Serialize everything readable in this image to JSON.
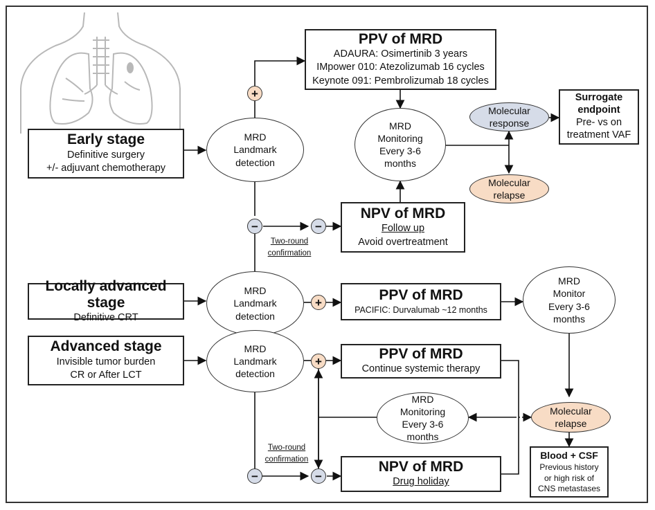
{
  "stages": {
    "early": {
      "title": "Early stage",
      "line1": "Definitive surgery",
      "line2": "+/- adjuvant chemotherapy"
    },
    "local": {
      "title": "Locally advanced stage",
      "line1": "Definitive CRT"
    },
    "advanced": {
      "title": "Advanced stage",
      "line1": "Invisible tumor burden",
      "line2": "CR or After LCT"
    }
  },
  "landmark": {
    "line1": "MRD",
    "line2": "Landmark",
    "line3": "detection"
  },
  "ppv_top": {
    "title": "PPV of MRD",
    "lines": [
      "ADAURA: Osimertinib 3 years",
      "IMpower 010: Atezolizumab 16 cycles",
      "Keynote 091: Pembrolizumab 18 cycles"
    ]
  },
  "npv_top": {
    "title": "NPV of MRD",
    "line1": "Follow up",
    "line2": "Avoid overtreatment"
  },
  "monitoring_top": {
    "line1": "MRD",
    "line2": "Monitoring",
    "line3": "Every 3-6",
    "line4": "months"
  },
  "molecular_response": {
    "line1": "Molecular",
    "line2": "response"
  },
  "molecular_relapse_top": {
    "line1": "Molecular",
    "line2": "relapse"
  },
  "surrogate": {
    "title1": "Surrogate",
    "title2": "endpoint",
    "line1": "Pre- vs on",
    "line2": "treatment VAF"
  },
  "ppv_mid": {
    "title": "PPV of MRD",
    "line1": "PACIFIC: Durvalumab ~12 months"
  },
  "monitor_mid": {
    "line1": "MRD",
    "line2": "Monitor",
    "line3": "Every 3-6",
    "line4": "months"
  },
  "ppv_bottom": {
    "title": "PPV of MRD",
    "line1": "Continue systemic therapy"
  },
  "monitoring_bottom": {
    "line1": "MRD",
    "line2": "Monitoring",
    "line3": "Every 3-6",
    "line4": "months"
  },
  "molecular_relapse_bottom": {
    "line1": "Molecular",
    "line2": "relapse"
  },
  "npv_bottom": {
    "title": "NPV of MRD",
    "line1": "Drug holiday"
  },
  "blood_csf": {
    "title": "Blood + CSF",
    "line1": "Previous history",
    "line2": "or high risk of",
    "line3": "CNS metastases"
  },
  "confirmation": {
    "line1": "Two-round",
    "line2": "confirmation"
  },
  "symbols": {
    "plus": "+",
    "minus": "−"
  },
  "colors": {
    "peach": "#f8dcc5",
    "blue": "#d6dce8",
    "outline": "#222222"
  }
}
